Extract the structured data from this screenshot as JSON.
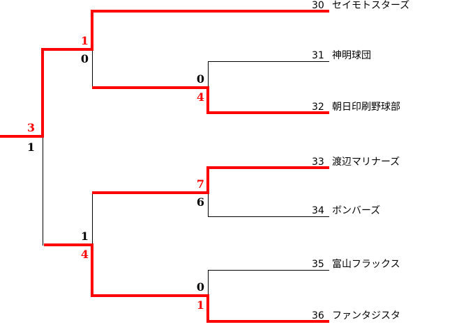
{
  "page": {
    "background": "#ffffff",
    "description": "Tournament bracket, teams 30-36"
  },
  "colors": {
    "winner_path": "#ff0000",
    "line": "#000000",
    "text": "#000000"
  },
  "teams": [
    {
      "seed": "30",
      "name": "セイモトスターズ",
      "line_color": "red"
    },
    {
      "seed": "31",
      "name": "神明球団",
      "line_color": "black"
    },
    {
      "seed": "32",
      "name": "朝日印刷野球部",
      "line_color": "red"
    },
    {
      "seed": "33",
      "name": "渡辺マリナーズ",
      "line_color": "red"
    },
    {
      "seed": "34",
      "name": "ボンバーズ",
      "line_color": "black"
    },
    {
      "seed": "35",
      "name": "富山フラックス",
      "line_color": "black"
    },
    {
      "seed": "36",
      "name": "ファンタジスタ",
      "line_color": "red"
    }
  ],
  "matches": {
    "final": {
      "top": {
        "value": "3",
        "color": "red"
      },
      "bottom": {
        "value": "1",
        "color": "black"
      }
    },
    "semifinal_top": {
      "top": {
        "value": "1",
        "color": "red"
      },
      "bottom": {
        "value": "0",
        "color": "black"
      }
    },
    "semifinal_bottom": {
      "top": {
        "value": "1",
        "color": "black"
      },
      "bottom": {
        "value": "4",
        "color": "red"
      }
    },
    "round1_31_32": {
      "top": {
        "value": "0",
        "color": "black"
      },
      "bottom": {
        "value": "4",
        "color": "red"
      }
    },
    "round1_33_34": {
      "top": {
        "value": "7",
        "color": "red"
      },
      "bottom": {
        "value": "6",
        "color": "black"
      }
    },
    "round1_35_36": {
      "top": {
        "value": "0",
        "color": "black"
      },
      "bottom": {
        "value": "1",
        "color": "red"
      }
    }
  }
}
